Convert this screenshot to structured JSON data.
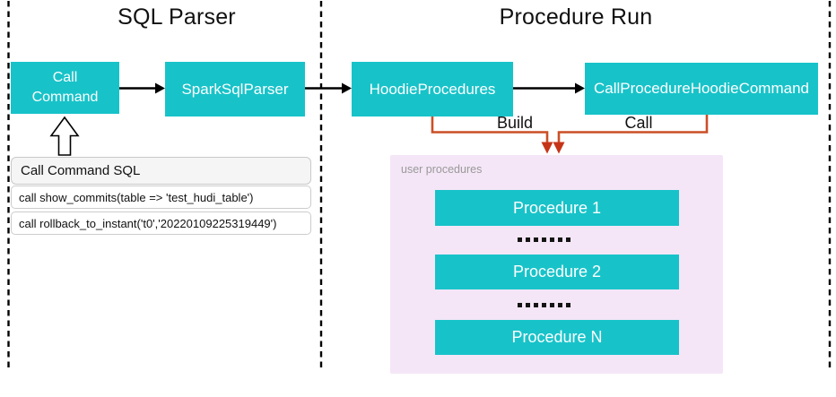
{
  "diagram": {
    "sections": [
      {
        "title": "SQL Parser"
      },
      {
        "title": "Procedure Run"
      }
    ],
    "nodes": {
      "call_command": {
        "line1": "Call",
        "line2": "Command"
      },
      "spark_sql_parser": {
        "label": "SparkSqlParser"
      },
      "hoodie_procedures": {
        "label": "HoodieProcedures"
      },
      "call_procedure_hoodie_command": {
        "label": "CallProcedureHoodieCommand"
      }
    },
    "edge_labels": {
      "build": "Build",
      "call": "Call"
    },
    "sql_box": {
      "header": "Call Command SQL",
      "rows": [
        "call show_commits(table => 'test_hudi_table')",
        "call rollback_to_instant('t0','20220109225319449')"
      ]
    },
    "user_procedures": {
      "label": "user procedures",
      "items": [
        "Procedure 1",
        "Procedure 2",
        "Procedure N"
      ],
      "dot_count": 7
    },
    "colors": {
      "node_fill": "#17c3c9",
      "node_text": "#ffffff",
      "orange_line": "#cb4f26",
      "orange_arrowhead": "#c63418",
      "panel_pink": "#f4e6f7",
      "muted_label": "#999999",
      "sql_header_bg": "#f5f5f5",
      "border": "#cccccc"
    }
  }
}
